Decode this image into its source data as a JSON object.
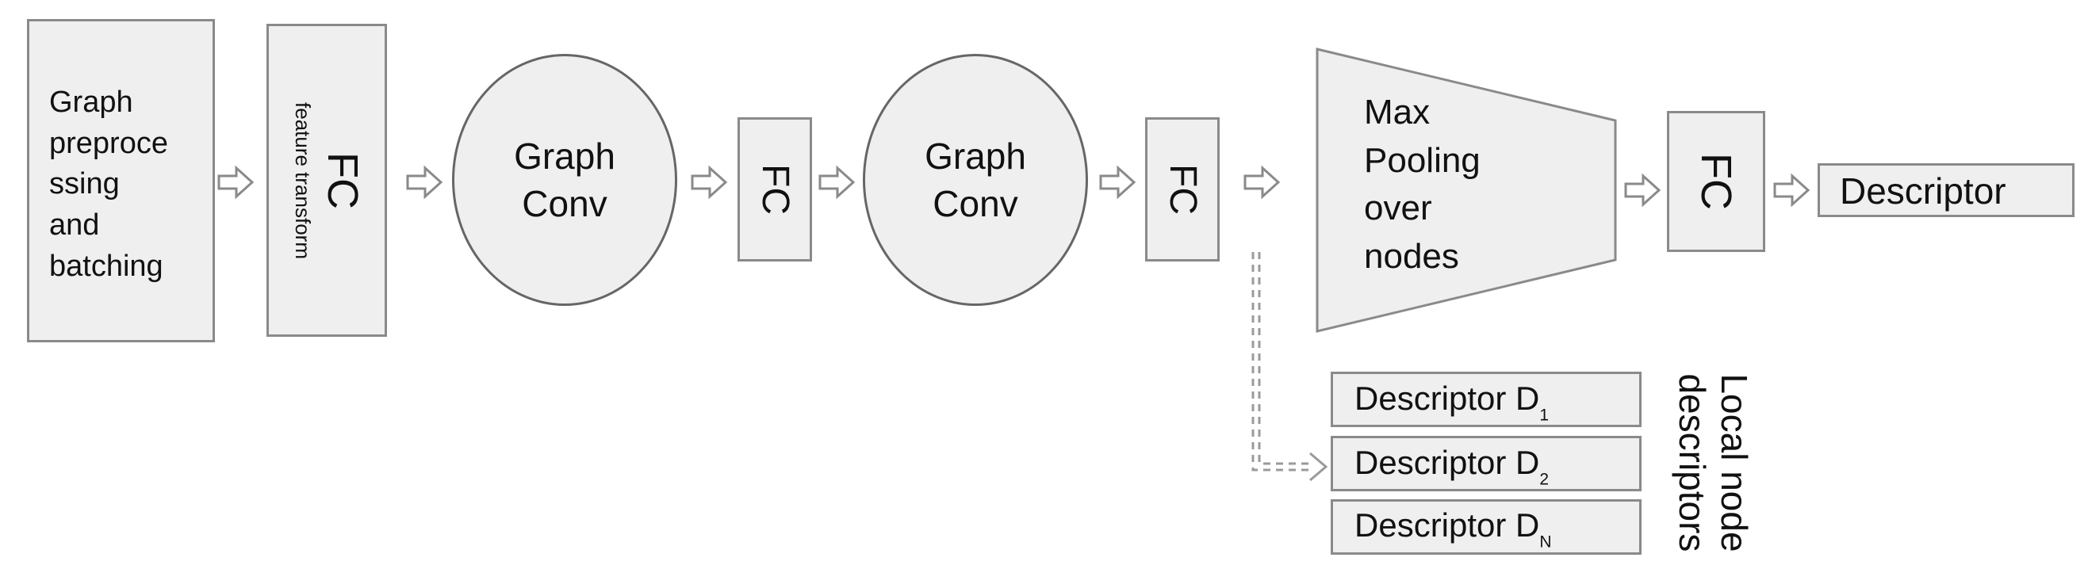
{
  "nodes": {
    "preprocess": {
      "label": "Graph\npreproce\nssing\nand\nbatching"
    },
    "fc1": {
      "label": "FC",
      "sublabel": "feature transform"
    },
    "conv1": {
      "label": "Graph\nConv"
    },
    "fc2": {
      "label": "FC"
    },
    "conv2": {
      "label": "Graph\nConv"
    },
    "fc3": {
      "label": "FC"
    },
    "pool": {
      "label": "Max\nPooling\nover\nnodes"
    },
    "fc4": {
      "label": "FC"
    },
    "descriptor": {
      "label": "Descriptor"
    }
  },
  "local": {
    "items": [
      {
        "label": "Descriptor D",
        "subscript": "1"
      },
      {
        "label": "Descriptor D",
        "subscript": "2"
      },
      {
        "label": "Descriptor D",
        "subscript": "N"
      }
    ],
    "side_label": "Local node\ndescriptors"
  },
  "colors": {
    "box_fill": "#efefef",
    "box_border": "#8a8a8a",
    "arrow": "#8a8a8a",
    "text": "#111111"
  }
}
